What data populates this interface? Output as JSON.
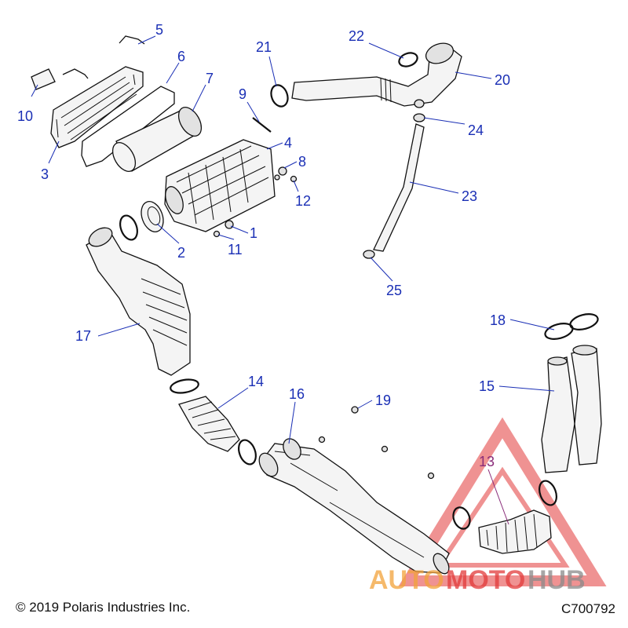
{
  "callouts": {
    "c1": "1",
    "c2": "2",
    "c3": "3",
    "c4": "4",
    "c5": "5",
    "c6": "6",
    "c7": "7",
    "c8": "8",
    "c9": "9",
    "c10": "10",
    "c11": "11",
    "c12": "12",
    "c13": "13",
    "c14": "14",
    "c15": "15",
    "c16": "16",
    "c17": "17",
    "c18": "18",
    "c19": "19",
    "c20": "20",
    "c21": "21",
    "c22": "22",
    "c23": "23",
    "c24": "24",
    "c25": "25"
  },
  "footer": {
    "copyright": "© 2019 Polaris Industries Inc.",
    "diagram_code": "C700792"
  },
  "watermark": {
    "auto": "AUTO",
    "moto": "MOTO",
    "hub": "HUB",
    "colors": {
      "red": "#e23a3a",
      "orange": "#f2a23a",
      "gray": "#8a8a8a"
    }
  },
  "colors": {
    "callout": "#1a2fb5",
    "callout_highlight": "#8a2d7a"
  }
}
